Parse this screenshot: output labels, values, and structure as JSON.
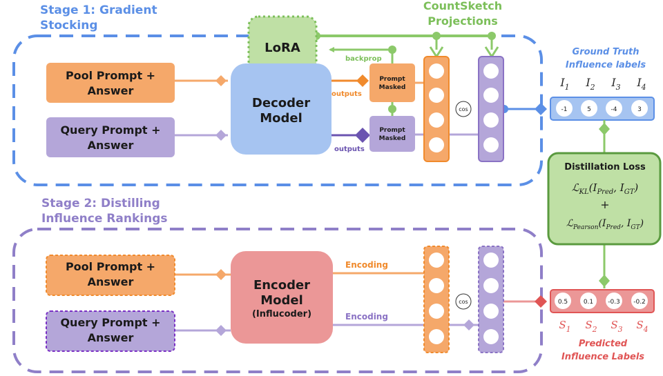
{
  "stage1": {
    "title_line1": "Stage 1: Gradient",
    "title_line2": "Stocking"
  },
  "stage2": {
    "title_line1": "Stage 2: Distilling",
    "title_line2": "Influence Rankings"
  },
  "countsketch": {
    "line1": "CountSketch",
    "line2": "Projections"
  },
  "lora": "LoRA",
  "backprop": "backprop",
  "decoder": {
    "line1": "Decoder",
    "line2": "Model"
  },
  "encoder": {
    "line1": "Encoder",
    "line2": "Model",
    "line3": "(Influcoder)"
  },
  "pool_prompt": {
    "line1": "Pool Prompt +",
    "line2": "Answer"
  },
  "query_prompt": {
    "line1": "Query Prompt +",
    "line2": "Answer"
  },
  "outputs_label": "outputs",
  "prompt_masked": {
    "line1": "Prompt",
    "line2": "Masked"
  },
  "cos": "cos",
  "encoding_label": "Encoding",
  "ground_truth": {
    "title_line1": "Ground Truth",
    "title_line2": "Influence labels",
    "index_labels": [
      {
        "base": "I",
        "sub": "1"
      },
      {
        "base": "I",
        "sub": "2"
      },
      {
        "base": "I",
        "sub": "3"
      },
      {
        "base": "I",
        "sub": "4"
      }
    ],
    "values": [
      "-1",
      "5",
      "-4",
      "3"
    ]
  },
  "predicted": {
    "title_line1": "Predicted",
    "title_line2": "Influence Labels",
    "index_labels": [
      {
        "base": "S",
        "sub": "1"
      },
      {
        "base": "S",
        "sub": "2"
      },
      {
        "base": "S",
        "sub": "3"
      },
      {
        "base": "S",
        "sub": "4"
      }
    ],
    "values": [
      "0.5",
      "0.1",
      "-0.3",
      "-0.2"
    ]
  },
  "distillation": {
    "title": "Distillation Loss",
    "kl_script": "ℒ",
    "kl_sub": "KL",
    "kl_args": "(I",
    "kl_pred": "Pred",
    "kl_mid": ", I",
    "kl_gt": "GT",
    "kl_close": ")",
    "plus": "+",
    "p_script": "ℒ",
    "p_sub": "Pearson",
    "p_args": "(I",
    "p_pred": "Pred",
    "p_mid": ", I",
    "p_gt": "GT",
    "p_close": ")"
  },
  "colors": {
    "stage1": "#5b8fe6",
    "stage2": "#8f7fc8",
    "orange": "#f5a86a",
    "orange_stroke": "#f08a2c",
    "purple": "#b4a6d9",
    "purple_stroke": "#8a72c4",
    "green": "#bfe0a5",
    "green_stroke": "#7cbf5a",
    "blue_box": "#a6c4f1",
    "red_box": "#eb9797",
    "red_stroke": "#e05555"
  }
}
